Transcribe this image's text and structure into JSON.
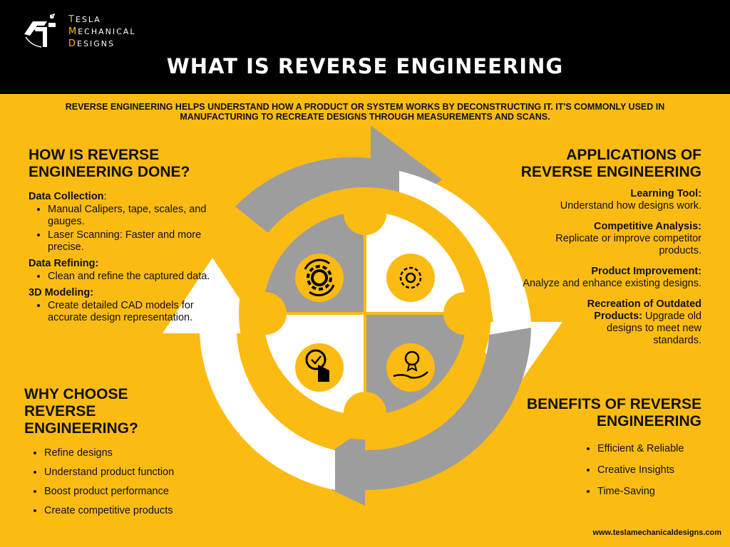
{
  "brand": {
    "line1": [
      "T",
      "ESLA"
    ],
    "line2": [
      "M",
      "ECHANICAL"
    ],
    "line3": [
      "D",
      "ESIGNS"
    ]
  },
  "title": "WHAT IS REVERSE ENGINEERING",
  "intro": "Reverse engineering helps understand how a product or system works by deconstructing it. It's commonly used in manufacturing to recreate designs through measurements and scans.",
  "how": {
    "title_1": "HOW IS REVERSE",
    "title_2": "ENGINEERING DONE?",
    "groups": [
      {
        "heading": "Data Collection",
        "suffix": ":",
        "items": [
          "Manual Calipers, tape, scales, and gauges.",
          "Laser Scanning: Faster and more precise."
        ]
      },
      {
        "heading": "Data Refining:",
        "suffix": "",
        "items": [
          " Clean and refine the captured data."
        ]
      },
      {
        "heading": "3D Modeling:",
        "suffix": "",
        "items": [
          "Create detailed CAD models for accurate design representation."
        ]
      }
    ]
  },
  "applications": {
    "title_1": "APPLICATIONS OF",
    "title_2": "REVERSE ENGINEERING",
    "items": [
      {
        "label": "Learning Tool: ",
        "text": "Understand how designs work."
      },
      {
        "label": "Competitive Analysis: ",
        "text": "Replicate or improve competitor products."
      },
      {
        "label": "Product Improvement: ",
        "text": "Analyze and enhance existing designs."
      },
      {
        "label": "Recreation of Outdated Products:",
        "text": " Upgrade old designs to meet new standards."
      }
    ]
  },
  "why": {
    "title_1": "WHY CHOOSE",
    "title_2": "REVERSE",
    "title_3": "ENGINEERING?",
    "items": [
      "Refine designs",
      "Understand product function",
      "Boost product performance",
      "Create competitive products"
    ]
  },
  "benefits": {
    "title_1": "BENEFITS OF REVERSE",
    "title_2": "ENGINEERING",
    "items": [
      "Efficient & Reliable",
      "Creative Insights",
      "Time-Saving"
    ]
  },
  "footer": "www.teslamechanicaldesigns.com",
  "icons": [
    "gear-cycle-icon",
    "gear-icon",
    "touch-check-icon",
    "award-hand-icon"
  ],
  "colors": {
    "background": "#fcbb13",
    "header": "#000000",
    "gray": "#9d9d9d",
    "white": "#ffffff"
  }
}
